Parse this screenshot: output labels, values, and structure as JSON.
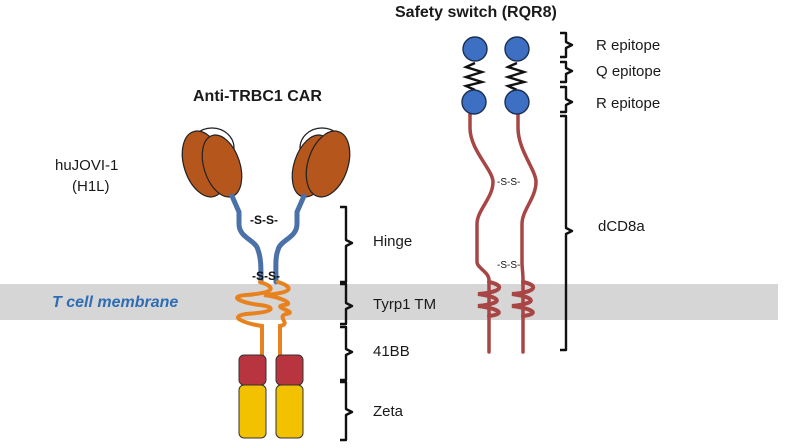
{
  "membrane": {
    "label": "T cell membrane",
    "color": "#d6d6d6",
    "text_color": "#2e6db4"
  },
  "car": {
    "title": "Anti-TRBC1 CAR",
    "binder_line1": "huJOVI-1",
    "binder_line2": "(H1L)",
    "disulfide_upper": "-S-S-",
    "disulfide_lower": "-S-S-",
    "domains": [
      "Hinge",
      "Tyrp1 TM",
      "41BB",
      "Zeta"
    ],
    "colors": {
      "binder": "#b5561c",
      "hinge": "#4a72a8",
      "tm": "#e8821e",
      "costim": "#b8343e",
      "zeta": "#f2c200"
    }
  },
  "switch": {
    "title": "Safety switch (RQR8)",
    "disulfide_upper": "-S-S-",
    "disulfide_lower": "-S-S-",
    "domains": [
      "R epitope",
      "Q epitope",
      "R epitope",
      "dCD8a"
    ],
    "colors": {
      "epitope": "#3d6fc2",
      "stalk": "#a84545"
    }
  }
}
